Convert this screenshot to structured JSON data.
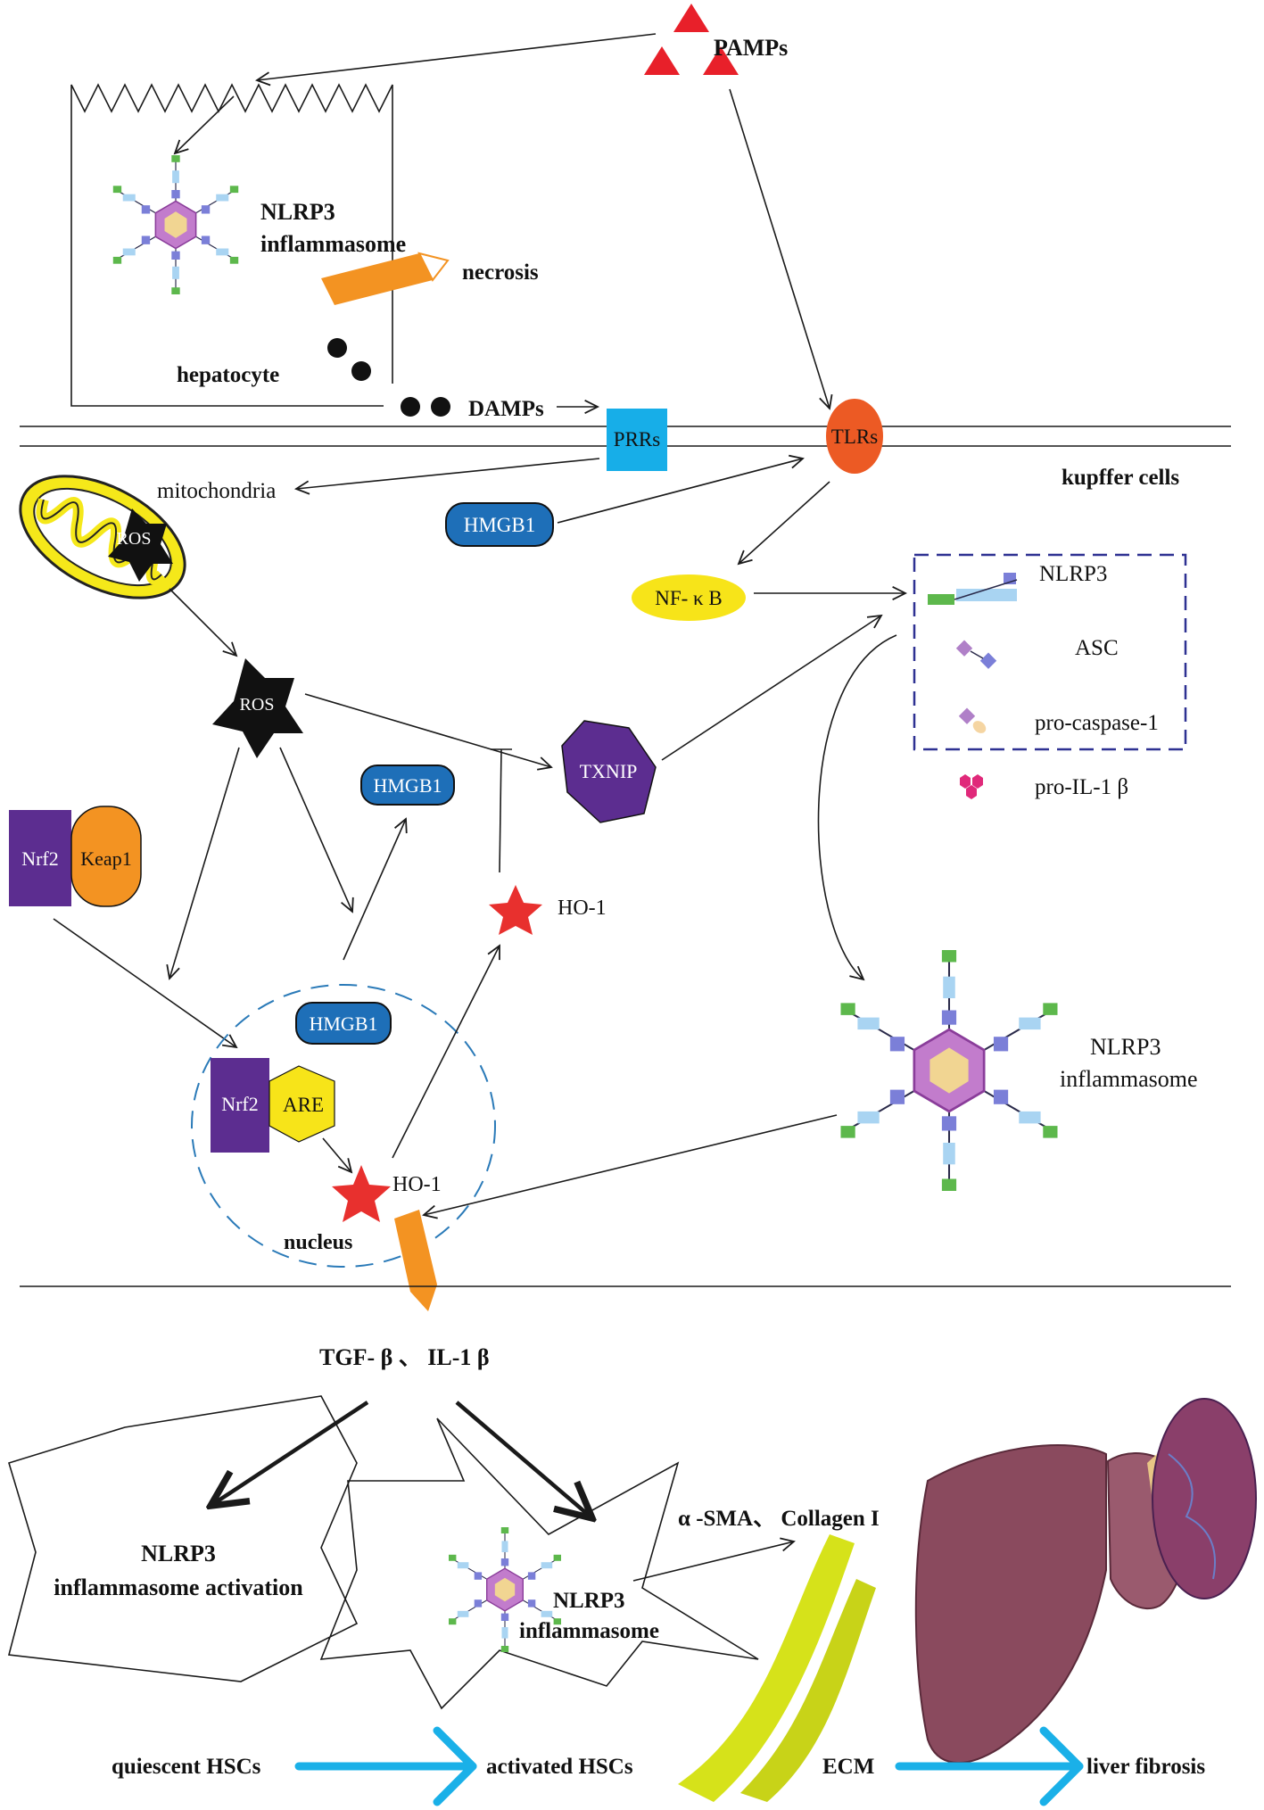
{
  "labels": {
    "pamps": "PAMPs",
    "nlrp3_inflammasome_1": "NLRP3",
    "nlrp3_inflammasome_2": "inflammasome",
    "necrosis": "necrosis",
    "hepatocyte": "hepatocyte",
    "damps": "DAMPs",
    "prrs": "PRRs",
    "tlrs": "TLRs",
    "kupffer_cells": "kupffer cells",
    "mitochondria": "mitochondria",
    "ros": "ROS",
    "hmgb1": "HMGB1",
    "nfkb": "NF- κ B",
    "nlrp3": "NLRP3",
    "asc": "ASC",
    "pro_caspase1": "pro-caspase-1",
    "pro_il1b": "pro-IL-1 β",
    "txnip": "TXNIP",
    "nrf2": "Nrf2",
    "keap1": "Keap1",
    "ho1": "HO-1",
    "are": "ARE",
    "nucleus": "nucleus",
    "tgf_il1": "TGF- β 、 IL-1 β",
    "activation_1": "NLRP3",
    "activation_2": "inflammasome activation",
    "asma_collagen": "α -SMA、 Collagen I",
    "quiescent_hscs": "quiescent HSCs",
    "activated_hscs": "activated HSCs",
    "ecm": "ECM",
    "liver_fibrosis": "liver fibrosis"
  },
  "colors": {
    "pamps_red": "#e8202a",
    "necrosis_orange": "#f39322",
    "prrs_blue": "#17aee8",
    "tlrs_orange": "#ec5a24",
    "hmgb1_blue": "#1e6fb8",
    "nfkb_yellow": "#f7e419",
    "txnip_purple": "#5c2d90",
    "nrf2_purple": "#5c2d90",
    "keap1_orange": "#f39322",
    "are_yellow": "#f7e419",
    "ho1_red": "#e8302e",
    "nucleus_dash": "#2a7ab8",
    "box_dash": "#2e3192",
    "flow_arrow": "#1ab0e8",
    "ecm_green": "#d6e21a",
    "liver": "#8a4a5e"
  }
}
